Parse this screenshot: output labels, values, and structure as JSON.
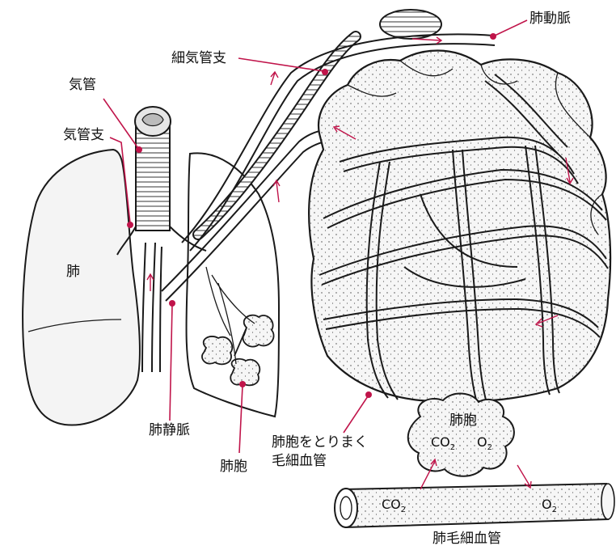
{
  "labels": {
    "trachea": "気管",
    "bronchus": "気管支",
    "lung": "肺",
    "bronchiole": "細気管支",
    "pulmonary_artery": "肺動脈",
    "pulmonary_vein": "肺静脈",
    "alveolus_left": "肺胞",
    "capillaries_around_line1": "肺胞をとりまく",
    "capillaries_around_line2": "毛細血管",
    "alveolus_right": "肺胞",
    "co2_top": "CO",
    "o2_top": "O",
    "co2_bottom": "CO",
    "o2_bottom": "O",
    "subscript_2": "2",
    "capillary": "肺毛細血管"
  },
  "colors": {
    "leader_line": "#c0144a",
    "ink": "#1a1a1a"
  }
}
